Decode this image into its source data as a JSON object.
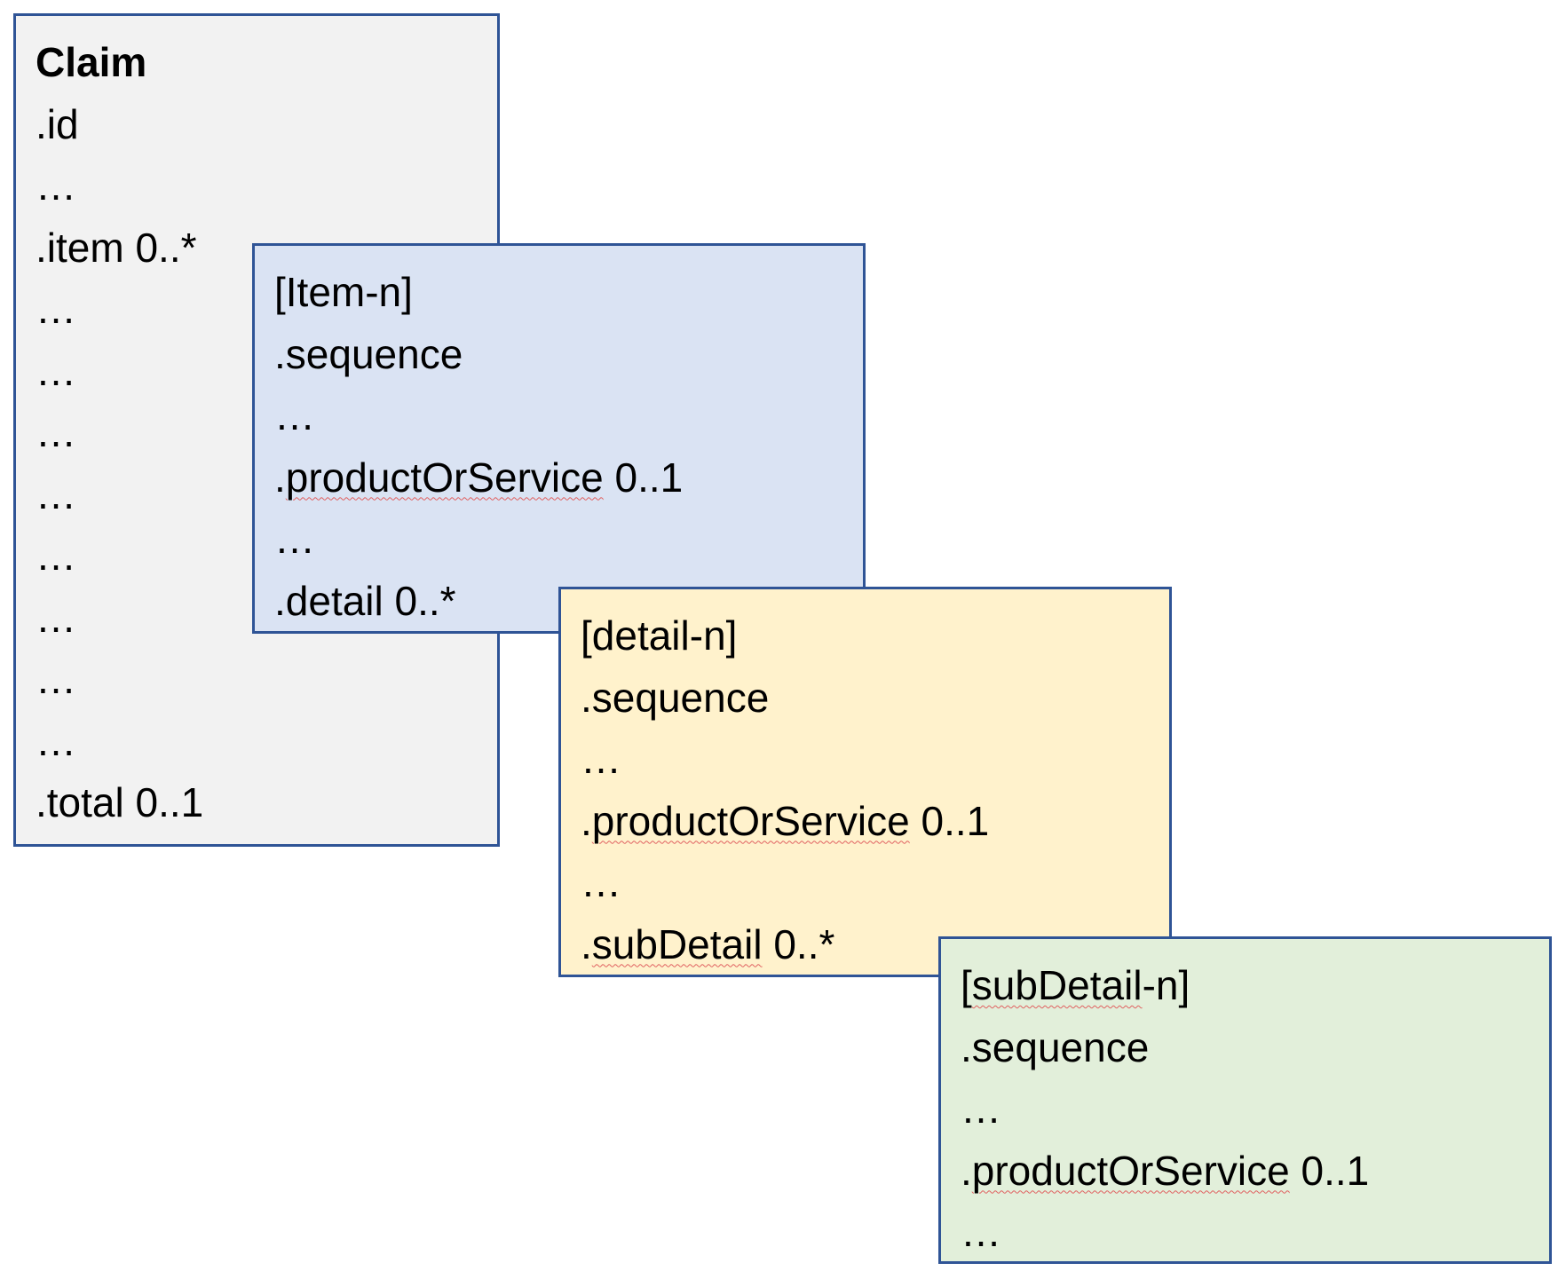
{
  "colors": {
    "border": "#2f5496",
    "claim_fill": "#f2f2f2",
    "item_fill": "#dae3f3",
    "detail_fill": "#fff2cc",
    "subdetail_fill": "#e2efda",
    "spellcheck_underline": "#e06060"
  },
  "claim": {
    "title": "Claim",
    "lines": [
      ".id",
      "…",
      ".item 0..*",
      "…",
      "…",
      "…",
      "…",
      "…",
      "…",
      "…",
      "…",
      ".total 0..1"
    ]
  },
  "item": {
    "title": "[Item-n]",
    "sequence": ".sequence",
    "ellipsis1": "…",
    "product_prefix": ".",
    "product_name": "productOrService",
    "product_card": " 0..1",
    "ellipsis2": "…",
    "detail": ".detail 0..*"
  },
  "detail": {
    "title": "[detail-n]",
    "sequence": ".sequence",
    "ellipsis1": "…",
    "product_prefix": ".",
    "product_name": "productOrService",
    "product_card": " 0..1",
    "ellipsis2": "…",
    "sub_prefix": ".",
    "sub_name": "subDetail",
    "sub_card": " 0..*"
  },
  "subdetail": {
    "title_open": "[",
    "title_name": "subDetail",
    "title_close": "-n]",
    "sequence": ".sequence",
    "ellipsis1": "…",
    "product_prefix": ".",
    "product_name": "productOrService",
    "product_card": " 0..1",
    "ellipsis2": "…"
  }
}
